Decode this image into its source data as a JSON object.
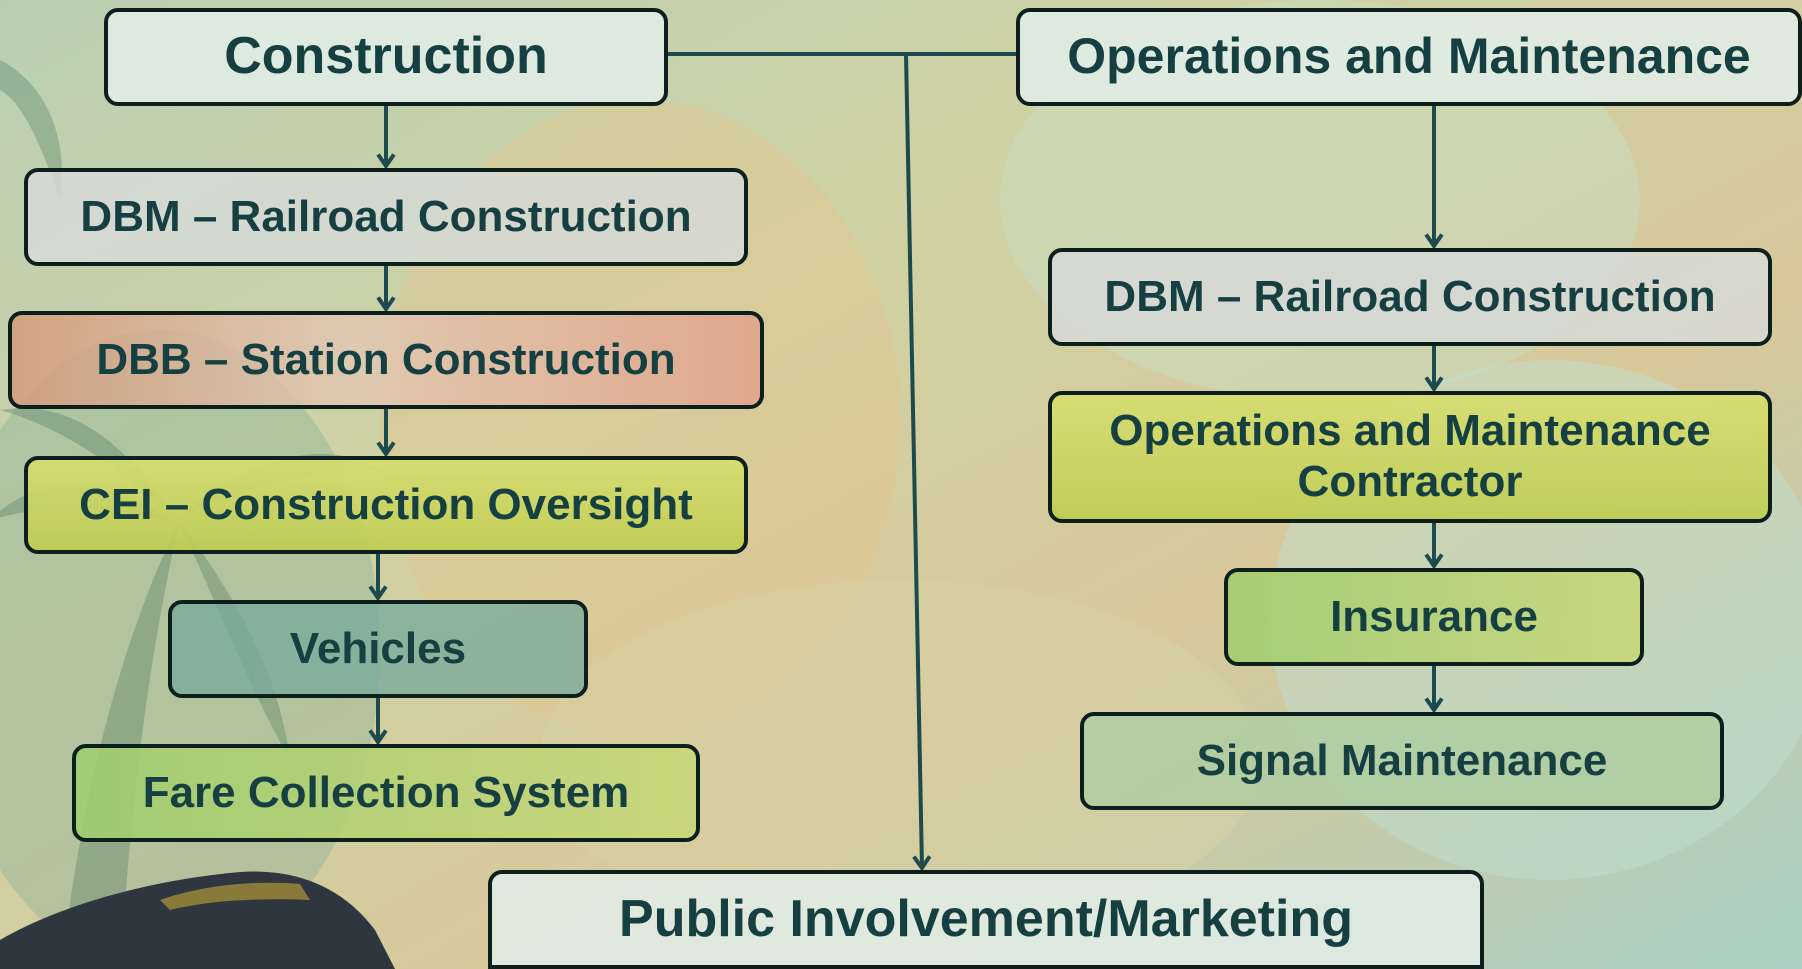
{
  "colors": {
    "connector": "#1d4a4c",
    "text": "#163f42",
    "border": "#0c1f1d"
  },
  "construction": {
    "title": "Construction",
    "items": [
      "DBM – Railroad Construction",
      "DBB – Station Construction",
      "CEI – Construction Oversight",
      "Vehicles",
      "Fare Collection System"
    ]
  },
  "om": {
    "title": "Operations and Maintenance",
    "items": [
      "DBM – Railroad Construction",
      "Operations and Maintenance Contractor",
      "Insurance",
      "Signal Maintenance"
    ]
  },
  "bottom": {
    "label": "Public Involvement/Marketing"
  }
}
